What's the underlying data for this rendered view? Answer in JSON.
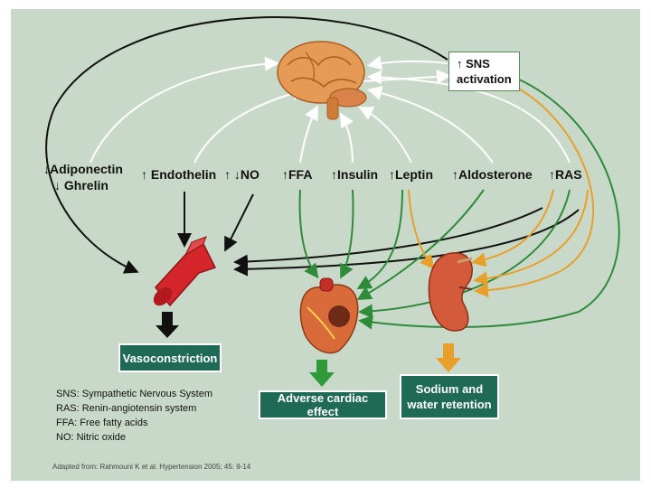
{
  "factors": {
    "adiponectin": "↓Adiponectin",
    "ghrelin": "↓ Ghrelin",
    "endothelin": "↑ Endothelin",
    "no": "↑ ↓NO",
    "ffa": "↑FFA",
    "insulin": "↑Insulin",
    "leptin": "↑Leptin",
    "aldosterone": "↑Aldosterone",
    "ras": "↑RAS"
  },
  "sns": {
    "line1": "↑ SNS",
    "line2": "activation"
  },
  "outcomes": {
    "vasoconstriction": "Vasoconstriction",
    "cardiac": "Adverse cardiac effect",
    "sodium_line1": "Sodium and",
    "sodium_line2": "water retention"
  },
  "legend": [
    "SNS: Sympathetic Nervous System",
    "RAS: Renin-angiotensin system",
    "FFA: Free fatty acids",
    "NO: Nitric oxide"
  ],
  "source": "Adapted from: Rahmouni K et al. Hypertension 2005; 45: 9-14",
  "colors": {
    "panel": "#c9d9c9",
    "outcome_box": "#1f6a55",
    "green_arrow": "#2e8b3a",
    "orange_arrow": "#e8a02a"
  }
}
